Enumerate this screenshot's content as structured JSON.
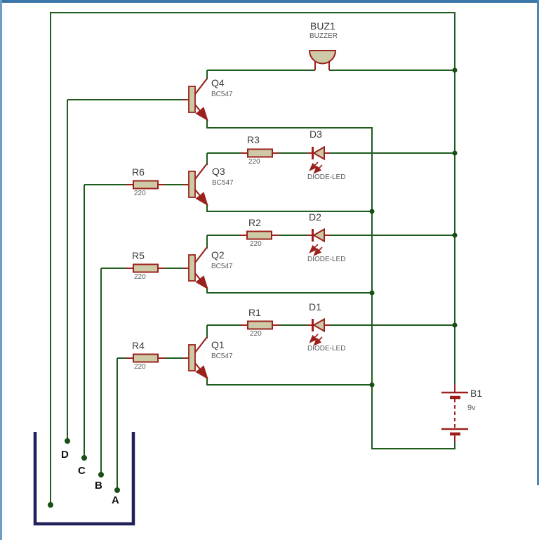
{
  "colors": {
    "wire": "#1E5C1E",
    "pin": "#9B221C",
    "fill": "#CEC9A6",
    "dot": "#175017",
    "tank": "#20205C",
    "frameTop": "#3B76A9",
    "frameLeft": "#6C9EC6",
    "frameRight": "#4D87B5",
    "label": "#3A3A3A",
    "value": "#5A5A5A",
    "probe": "#111111"
  },
  "components": {
    "buzzer": {
      "ref": "BUZ1",
      "type": "BUZZER"
    },
    "transistors": [
      {
        "ref": "Q4",
        "part": "BC547"
      },
      {
        "ref": "Q3",
        "part": "BC547"
      },
      {
        "ref": "Q2",
        "part": "BC547"
      },
      {
        "ref": "Q1",
        "part": "BC547"
      }
    ],
    "resistors": [
      {
        "ref": "R3",
        "value": "220"
      },
      {
        "ref": "R6",
        "value": "220"
      },
      {
        "ref": "R2",
        "value": "220"
      },
      {
        "ref": "R5",
        "value": "220"
      },
      {
        "ref": "R1",
        "value": "220"
      },
      {
        "ref": "R4",
        "value": "220"
      }
    ],
    "leds": [
      {
        "ref": "D3",
        "type": "DIODE-LED"
      },
      {
        "ref": "D2",
        "type": "DIODE-LED"
      },
      {
        "ref": "D1",
        "type": "DIODE-LED"
      }
    ],
    "battery": {
      "ref": "B1",
      "value": "9v"
    }
  },
  "tank": {
    "probe_labels": [
      "D",
      "C",
      "B",
      "A"
    ]
  }
}
